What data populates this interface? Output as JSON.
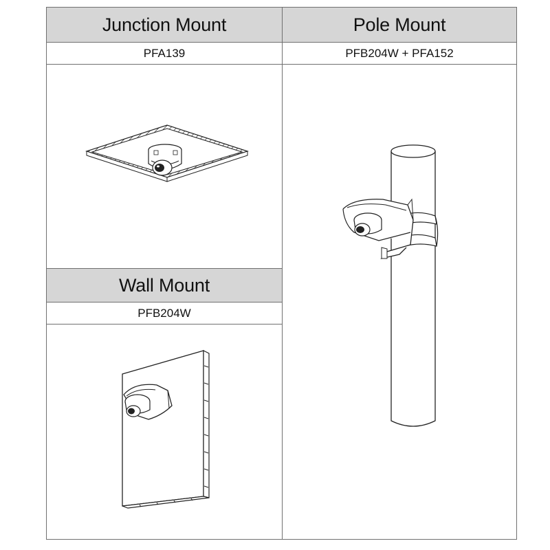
{
  "mounts": {
    "junction": {
      "title": "Junction Mount",
      "model": "PFA139",
      "illustration": "junction-mount-illustration"
    },
    "pole": {
      "title": "Pole Mount",
      "model": "PFB204W + PFA152",
      "illustration": "pole-mount-illustration"
    },
    "wall": {
      "title": "Wall Mount",
      "model": "PFB204W",
      "illustration": "wall-mount-illustration"
    }
  },
  "colors": {
    "header_bg": "#d6d6d6",
    "border": "#6f6f6f",
    "line": "#222222"
  }
}
